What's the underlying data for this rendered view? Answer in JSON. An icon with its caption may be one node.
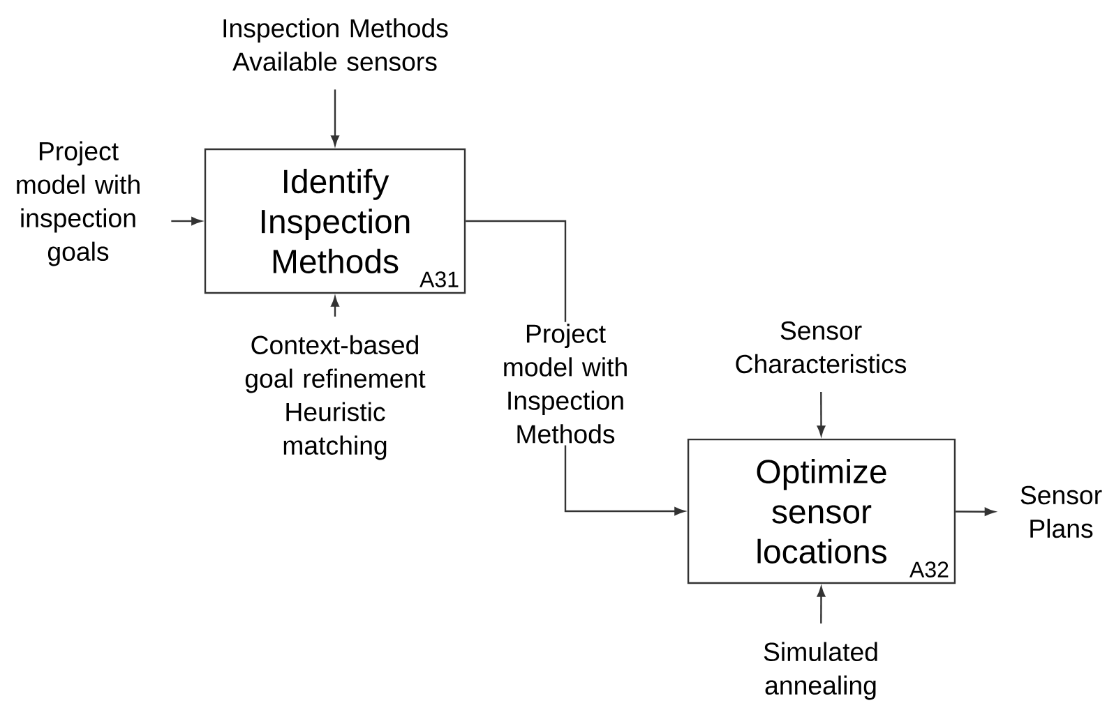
{
  "diagram": {
    "nodes": [
      {
        "text": [
          "Identify Inspection Methods",
          "A31"
        ]
      },
      {
        "text": [
          "Optimize sensor locations",
          "A32"
        ]
      },
      {
        "text": [
          "Inspection Methods Available sensors"
        ]
      },
      {
        "text": [
          "Project model with inspection goals"
        ]
      },
      {
        "text": [
          "Context-based goal refinement Heuristic matching"
        ]
      },
      {
        "text": [
          "Sensor Characteristics"
        ]
      },
      {
        "text": [
          "Simulated annealing"
        ]
      },
      {
        "text": [
          "Sensor Plans"
        ]
      }
    ],
    "edges": [
      {
        "from": 2,
        "to": 0,
        "arrow": "to"
      },
      {
        "from": 3,
        "to": 0,
        "arrow": "to"
      },
      {
        "from": 4,
        "to": 0,
        "arrow": "to"
      },
      {
        "from": 0,
        "to": 1,
        "arrow": "to",
        "label": "Project model with Inspection Methods"
      },
      {
        "from": 5,
        "to": 1,
        "arrow": "to"
      },
      {
        "from": 6,
        "to": 1,
        "arrow": "to"
      },
      {
        "from": 1,
        "to": 7,
        "arrow": "to"
      }
    ]
  }
}
